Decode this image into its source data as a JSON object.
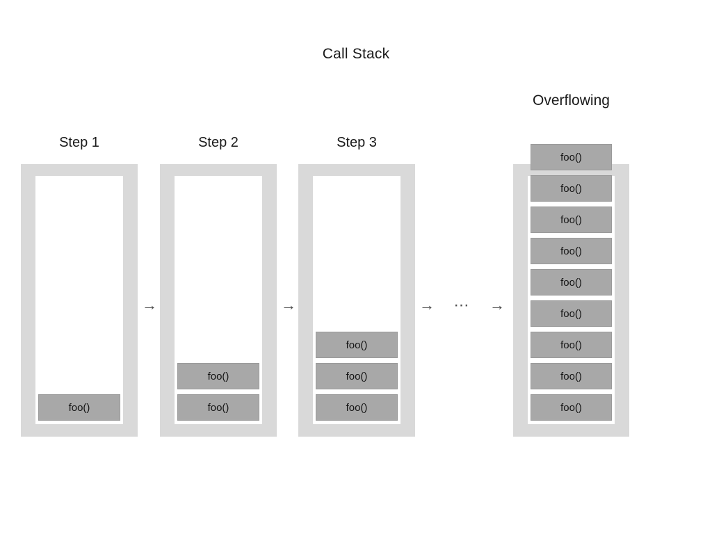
{
  "diagram": {
    "title": "Call Stack",
    "background_color": "#ffffff",
    "container_color": "#d9d9d9",
    "frame_color": "#a8a8a8",
    "text_color": "#1a1a1a"
  },
  "overflow_heading": "Overflowing",
  "steps": [
    {
      "label": "Step 1",
      "frames": [
        "foo()"
      ]
    },
    {
      "label": "Step 2",
      "frames": [
        "foo()",
        "foo()"
      ]
    },
    {
      "label": "Step 3",
      "frames": [
        "foo()",
        "foo()",
        "foo()"
      ]
    }
  ],
  "overflow_stack": {
    "label": "Overflowing",
    "frames": [
      "foo()",
      "foo()",
      "foo()",
      "foo()",
      "foo()",
      "foo()",
      "foo()",
      "foo()",
      "foo()"
    ]
  },
  "connectors": {
    "arrow_glyph": "→",
    "ellipsis_glyph": "⋯"
  }
}
